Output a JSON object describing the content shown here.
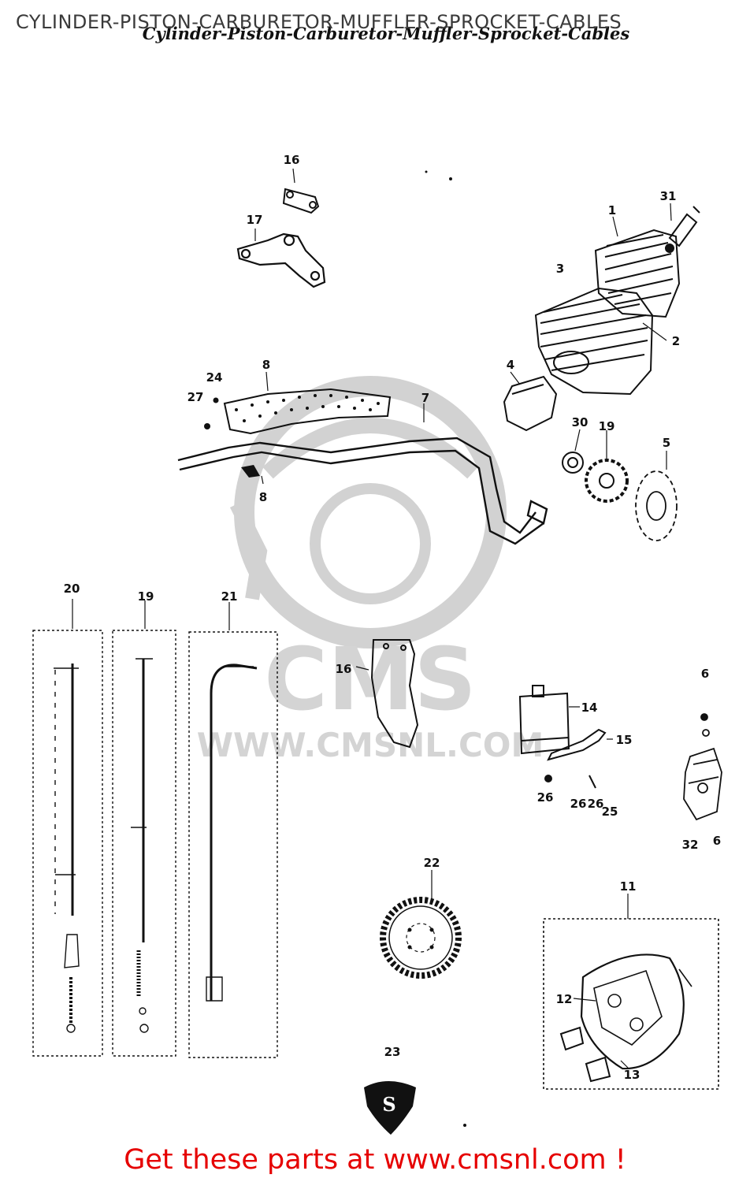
{
  "header": {
    "title": "CYLINDER-PISTON-CARBURETOR-MUFFLER-SPROCKET-CABLES",
    "scan_title": "Cylinder-Piston-Carburetor-Muffler-Sprocket-Cables"
  },
  "watermark": {
    "brand": "CMS",
    "url": "WWW.CMSNL.COM"
  },
  "labels": {
    "l1": "1",
    "l2": "2",
    "l3": "3",
    "l4": "4",
    "l5": "5",
    "l6_top": "6",
    "l6_mid": "6",
    "l7": "7",
    "l8_top": "8",
    "l8_bottom": "8",
    "l11": "11",
    "l12": "12",
    "l13": "13",
    "l14": "14",
    "l15": "15",
    "l16_guard": "16",
    "l16_block": "16",
    "l17": "17",
    "l19_sprocket": "19",
    "l19_cable": "19",
    "l20": "20",
    "l21": "21",
    "l22": "22",
    "l23": "23",
    "l24": "24",
    "l25": "25",
    "l26a": "26",
    "l26b": "26",
    "l26c": "26",
    "l27": "27",
    "l30": "30",
    "l31": "31",
    "l32": "32"
  },
  "footer": {
    "link_text": "Get these parts at www.cmsnl.com !"
  },
  "colors": {
    "footer_text": "#e60000",
    "line_art": "#111111",
    "watermark": "#d9d9d9"
  }
}
